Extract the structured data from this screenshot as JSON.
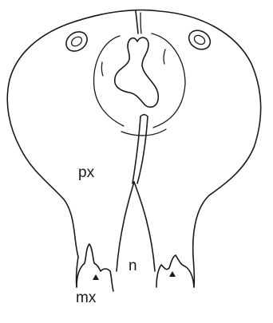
{
  "labels": {
    "px": "px",
    "n": "n",
    "mx": "mx"
  },
  "markers": [
    {
      "name": "left-arrowhead-marker"
    },
    {
      "name": "right-arrowhead-marker"
    }
  ]
}
